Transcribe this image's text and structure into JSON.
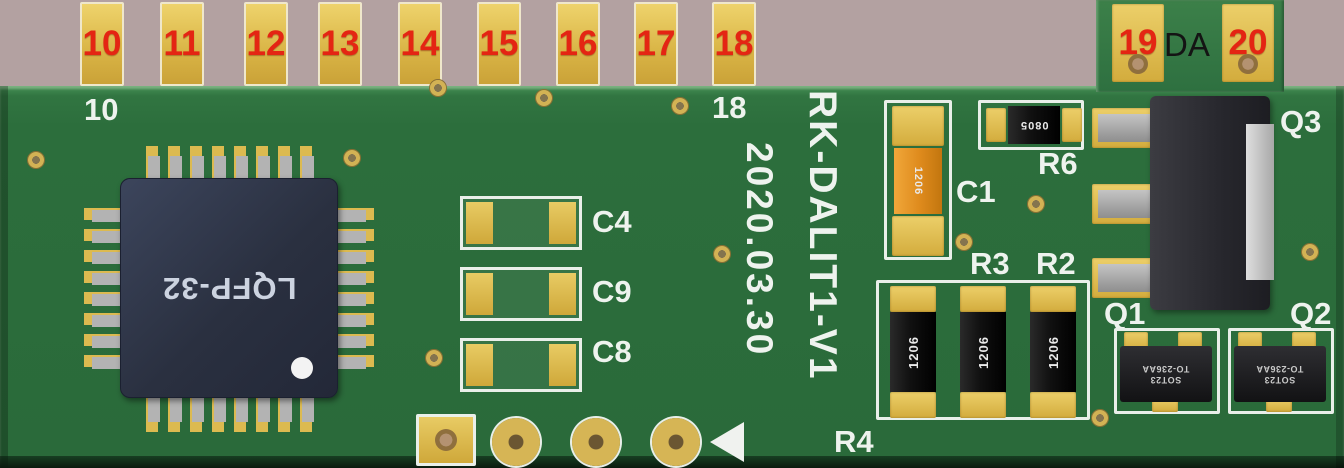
{
  "connector": {
    "top_pads": [
      "10",
      "11",
      "12",
      "13",
      "14",
      "15",
      "16",
      "17",
      "18"
    ],
    "pad_19": "19",
    "pad_20": "20",
    "da_label": "DA"
  },
  "silkscreen": {
    "pin10_ref": "10",
    "pin18_ref": "18",
    "date": "2020.03.30",
    "board_name": "RK-DALIT1-V1",
    "c4": "C4",
    "c9": "C9",
    "c8": "C8",
    "c1": "C1",
    "r6": "R6",
    "r3": "R3",
    "r2": "R2",
    "r4": "R4",
    "q1": "Q1",
    "q2": "Q2",
    "q3": "Q3"
  },
  "ic": {
    "package_label": "LQFP-32"
  },
  "component_markings": {
    "c1_body": "1206",
    "r6_body": "0805",
    "r_left_body": "1206",
    "r_mid_body": "1206",
    "r_right_body": "1206",
    "sot23_line1": "SOT23",
    "sot23_line2": "TO-236AA"
  },
  "colors": {
    "background": "#b3a1a1",
    "board_green": "#2c6e3c",
    "pad_gold": "#d9b445",
    "number_red": "#e42513",
    "silkscreen_white": "#eef3ee",
    "ic_body": "#2a3040",
    "capacitor_orange": "#e08a1f",
    "resistor_black": "#141414"
  }
}
